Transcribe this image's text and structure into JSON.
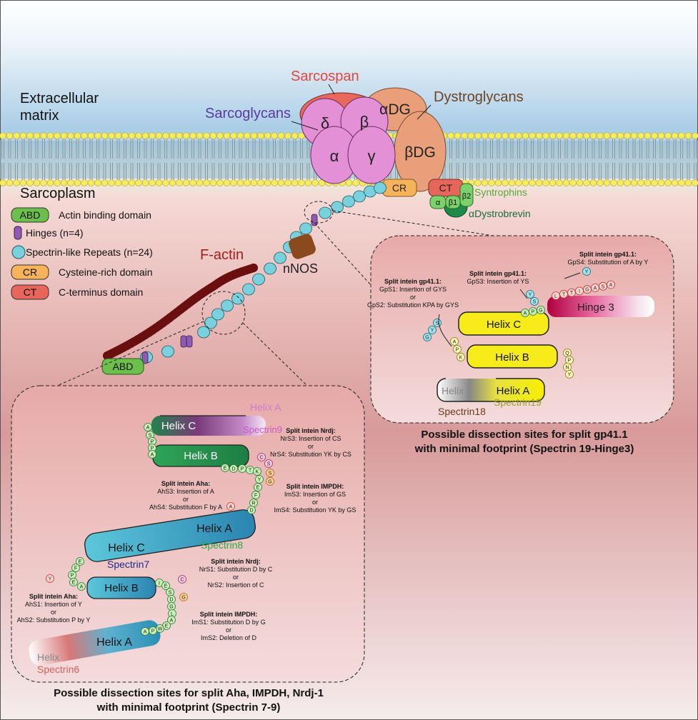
{
  "membrane": {
    "extracellular_line1": "Extracellular",
    "extracellular_line2": "matrix",
    "sarcoplasm": "Sarcoplasm"
  },
  "complex": {
    "sarcospan": "Sarcospan",
    "sarcoglycans": "Sarcoglycans",
    "dystroglycans": "Dystroglycans",
    "alpha_dg": "αDG",
    "beta_dg": "βDG",
    "delta": "δ",
    "beta": "β",
    "alpha": "α",
    "gamma": "γ",
    "syntrophins": "Syntrophins",
    "dystrobrevin": "αDystrobrevin",
    "syn_alpha": "α",
    "syn_b1": "β1",
    "syn_b2": "β2"
  },
  "dystrophin": {
    "cr": "CR",
    "ct": "CT",
    "abd": "ABD",
    "nnos": "nNOS",
    "factin": "F-actin"
  },
  "legend": [
    {
      "key": "ABD",
      "text": "Actin binding domain",
      "color": "#6cbf4a"
    },
    {
      "key": "",
      "text": "Hinges (n=4)",
      "color": "#8e5bb0"
    },
    {
      "key": "",
      "text": "Spectrin-like Repeats (n=24)",
      "color": "#79d1de"
    },
    {
      "key": "CR",
      "text": "Cysteine-rich domain",
      "color": "#f6b35a"
    },
    {
      "key": "CT",
      "text": "C-terminus domain",
      "color": "#e8655b"
    }
  ],
  "panel_right": {
    "gps4_title": "Split intein gp41.1:",
    "gps4_text": "GpS4: Substitution of A by Y",
    "gps3_title": "Split intein gp41.1:",
    "gps3_text": "GpS3: Insertion of YS",
    "gps1_title": "Split intein gp41.1:",
    "gps1_text": "GpS1: Insertion of GYS",
    "or1": "or",
    "gps2_text": "GpS2: Substitution KPA by GYS",
    "helix_c": "Helix C",
    "helix_b": "Helix B",
    "helix_a": "Helix A",
    "hinge3": "Hinge 3",
    "helix_faded": "Helix",
    "spectrin18": "Spectrin18",
    "spectrin19": "Spectrin19",
    "caption_line1": "Possible dissection sites for split gp41.1",
    "caption_line2": "with minimal footprint (Spectrin 19-Hinge3)"
  },
  "panel_left": {
    "helix_c_top": "Helix C",
    "helix_a_faded": "Helix A",
    "spectrin9": "Spectrin9",
    "helix_b_top": "Helix B",
    "nrdj_title": "Split intein Nrdj:",
    "nrs3": "NrS3: Insertion of CS",
    "or_a": "or",
    "nrs4": "NrS4: Substitution YK by CS",
    "aha_title": "Split intein Aha:",
    "ahs3": "AhS3: Insertion of A",
    "or_b": "or",
    "ahs4": "AhS4: Substitution F by A",
    "impdh_title": "Split intein IMPDH:",
    "ims3": "ImS3: Insertion of GS",
    "or_c": "or",
    "ims4": "ImS4: Substitution YK by GS",
    "helix_c_mid": "Helix C",
    "helix_a_mid": "Helix A",
    "spectrin8": "Spectrin8",
    "spectrin7": "Spectrin7",
    "nrdj_title2": "Split intein Nrdj:",
    "nrs1": "NrS1: Substitution D by C",
    "or_d": "or",
    "nrs2": "NrS2: Insertion of C",
    "helix_b_mid": "Helix B",
    "aha_title2": "Split intein Aha:",
    "ahs1": "AhS1: Insertion of Y",
    "or_e": "or",
    "ahs2": "AhS2: Substitution P by Y",
    "impdh_title2": "Split intein IMPDH:",
    "ims1": "ImS1: Substitution D by G",
    "or_f": "or",
    "ims2": "ImS2: Deletion of D",
    "helix_a_bot": "Helix A",
    "helix_faded": "Helix",
    "spectrin6": "Spectrin6",
    "caption_line1": "Possible dissection sites for split Aha, IMPDH, Nrdj-1",
    "caption_line2": "with minimal footprint (Spectrin 7-9)"
  }
}
